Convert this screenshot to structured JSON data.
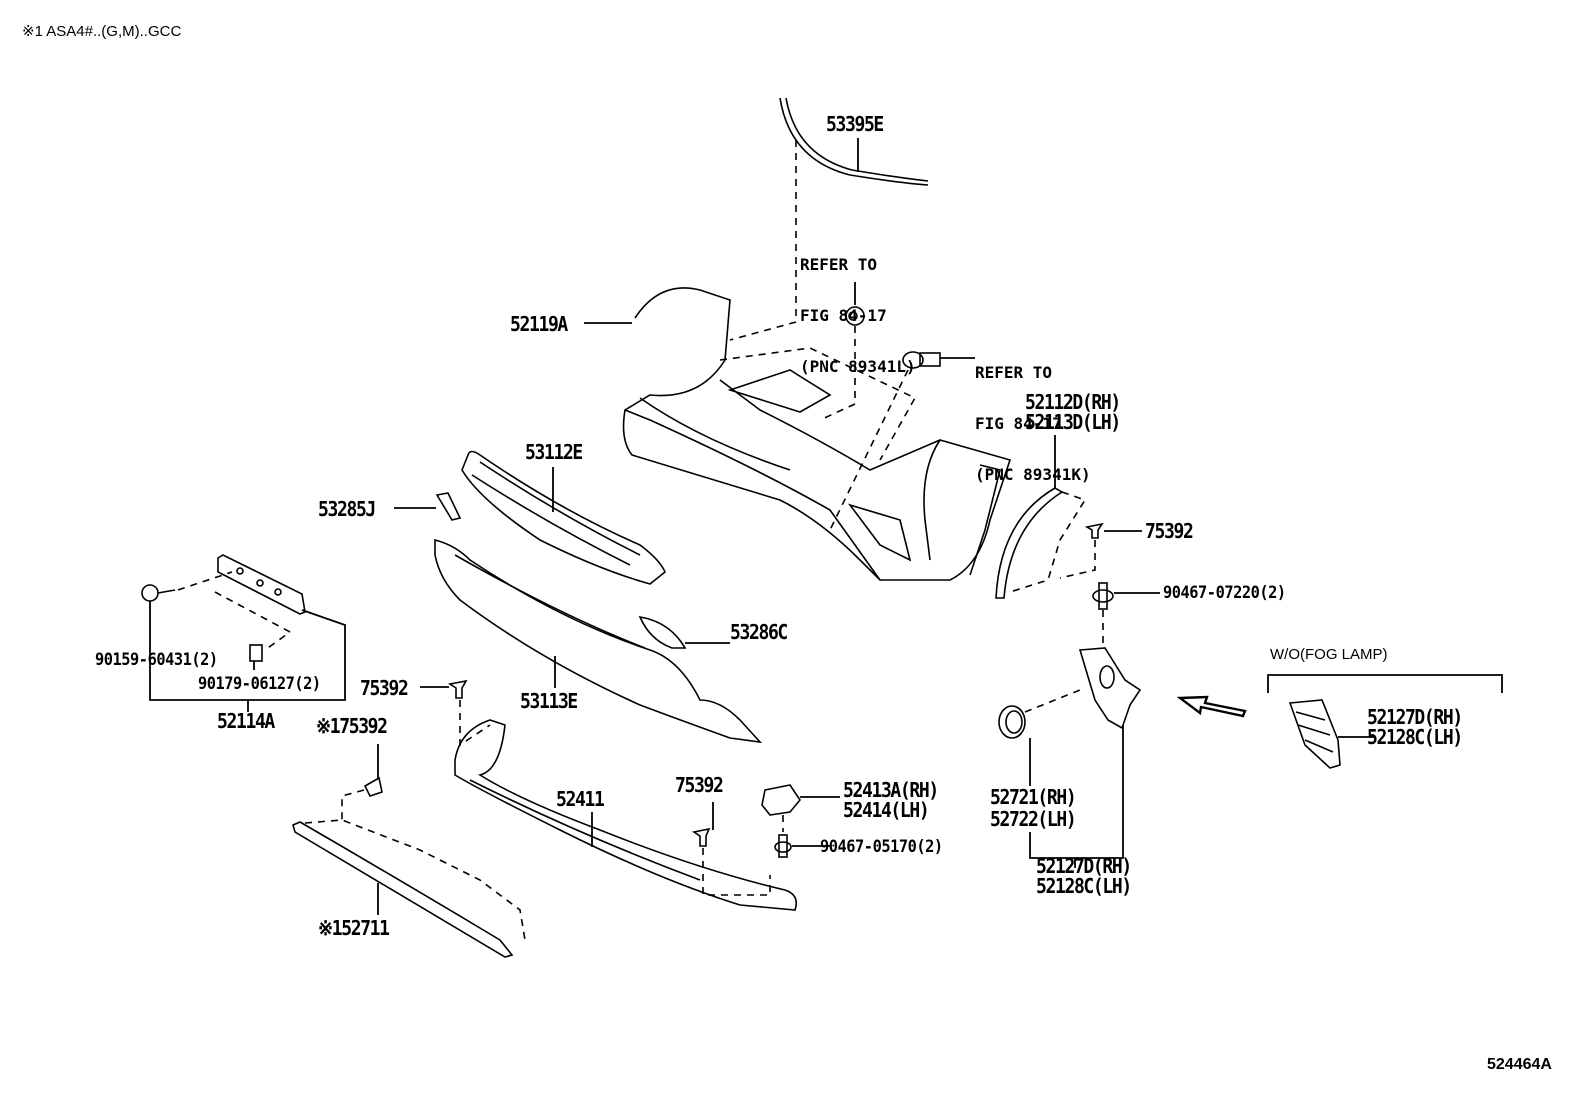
{
  "header_note": "※1 ASA4#..(G,M)..GCC",
  "figure_id": "524464A",
  "references": [
    {
      "line1": "REFER TO",
      "line2": "FIG 84-17",
      "line3": "(PNC 89341L)"
    },
    {
      "line1": "REFER TO",
      "line2": "FIG 84-17",
      "line3": "(PNC 89341K)"
    }
  ],
  "variant_label": "W/O(FOG LAMP)",
  "parts": {
    "p53395E": "53395E",
    "p52119A": "52119A",
    "p52112D": "52112D(RH)",
    "p52113D": "52113D(LH)",
    "p53112E": "53112E",
    "p53285J": "53285J",
    "p75392_right": "75392",
    "p90467_07220": "90467-07220(2)",
    "p53286C": "53286C",
    "p90159": "90159-60431(2)",
    "p90179": "90179-06127(2)",
    "p52114A": "52114A",
    "p75392_left": "75392",
    "p53113E": "53113E",
    "p75392_marked": "※175392",
    "p52411": "52411",
    "p75392_lower": "75392",
    "p52413A": "52413A(RH)",
    "p52414": "52414(LH)",
    "p90467_05170": "90467-05170(2)",
    "p52721": "52721(RH)",
    "p52722": "52722(LH)",
    "p52127D_a": "52127D(RH)",
    "p52128C_a": "52128C(LH)",
    "p52127D_b": "52127D(RH)",
    "p52128C_b": "52128C(LH)",
    "p52711": "※152711"
  }
}
